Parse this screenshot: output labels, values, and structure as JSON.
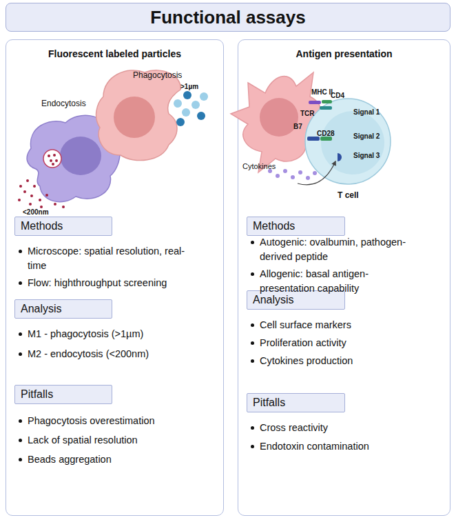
{
  "diagram": {
    "title": "Functional assays",
    "nodes": [
      {
        "text": [
          "Fluorescent labeled particles"
        ]
      },
      {
        "text": [
          "Methods"
        ],
        "in": 0
      },
      {
        "text": [
          "Analysis"
        ],
        "in": 0
      },
      {
        "text": [
          "Pitfalls"
        ],
        "in": 0
      },
      {
        "text": [
          "Antigen presentation"
        ]
      },
      {
        "text": [
          "Methods"
        ],
        "in": 4
      },
      {
        "text": [
          "Analysis"
        ],
        "in": 4
      },
      {
        "text": [
          "Pitfalls"
        ],
        "in": 4
      }
    ],
    "labels": [
      "Phagocytosis",
      ">1µm",
      "Endocytosis",
      "<200nm",
      "Microscope: spatial resolution, real-time",
      "Flow: highthroughput screening",
      "M1 - phagocytosis (>1µm)",
      "M2 - endocytosis (<200nm)",
      "Phagocytosis overestimation",
      "Lack of spatial resolution",
      "Beads aggregation",
      "MHC II",
      "CD4",
      "TCR",
      "Signal 1",
      "B7",
      "CD28",
      "Signal 2",
      "Cytokines",
      "Signal 3",
      "T cell",
      "Autogenic: ovalbumin, pathogen-derived peptide",
      "Allogenic: basal antigen-presentation capability",
      "Cell surface markers",
      "Proliferation activity",
      "Cytokines production",
      "Cross reactivity",
      "Endotoxin contamination"
    ]
  }
}
